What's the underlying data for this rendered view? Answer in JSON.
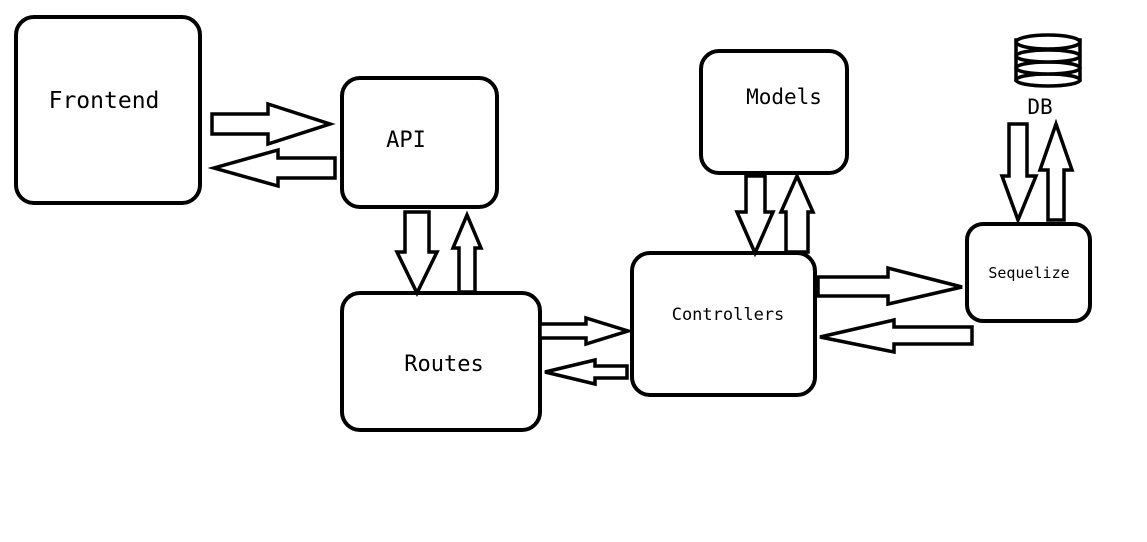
{
  "diagram": {
    "nodes": {
      "frontend": "Frontend",
      "api": "API",
      "routes": "Routes",
      "controllers": "Controllers",
      "models": "Models",
      "sequelize": "Sequelize",
      "db": "DB"
    },
    "colors": {
      "stroke": "#000000",
      "fill": "#ffffff",
      "background": "#ffffff"
    },
    "icons": {
      "db": "database-cylinder-icon"
    }
  }
}
